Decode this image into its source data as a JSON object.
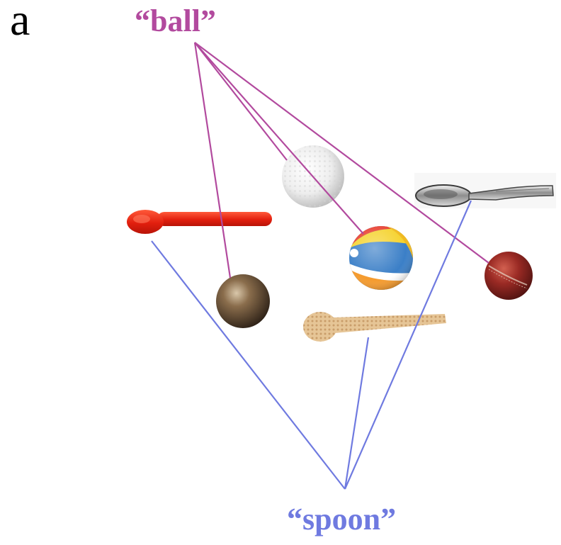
{
  "panel_label": "a",
  "labels": {
    "ball": "“ball”",
    "spoon": "“spoon”"
  },
  "colors": {
    "ball": "#b24a9e",
    "spoon": "#6f7ae0"
  },
  "objects": [
    {
      "id": "white-textured-ball",
      "category": "ball"
    },
    {
      "id": "bronze-metal-ball",
      "category": "ball"
    },
    {
      "id": "beach-ball",
      "category": "ball"
    },
    {
      "id": "cricket-ball",
      "category": "ball"
    },
    {
      "id": "red-plastic-spoon",
      "category": "spoon"
    },
    {
      "id": "wooden-textured-spoon",
      "category": "spoon"
    },
    {
      "id": "silver-spoon",
      "category": "spoon"
    }
  ]
}
